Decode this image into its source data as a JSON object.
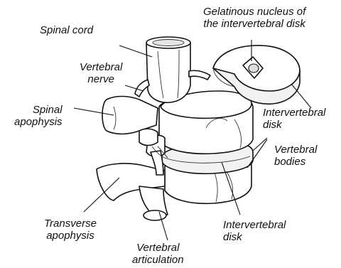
{
  "diagram": {
    "labels": {
      "spinal_cord": "Spinal cord",
      "gelatinous_nucleus": [
        "Gelatinous nucleus of",
        "the intervertebral disk"
      ],
      "vertebral_nerve": [
        "Vertebral",
        "nerve"
      ],
      "spinal_apophysis": [
        "Spinal",
        "apophysis"
      ],
      "intervertebral_disk_top": [
        "Intervertebral",
        "disk"
      ],
      "vertebral_bodies": [
        "Vertebral",
        "bodies"
      ],
      "transverse_apophysis": [
        "Transverse",
        "apophysis"
      ],
      "vertebral_articulation": [
        "Vertebral",
        "articulation"
      ],
      "intervertebral_disk_bottom": [
        "Intervertebral",
        "disk"
      ]
    }
  }
}
